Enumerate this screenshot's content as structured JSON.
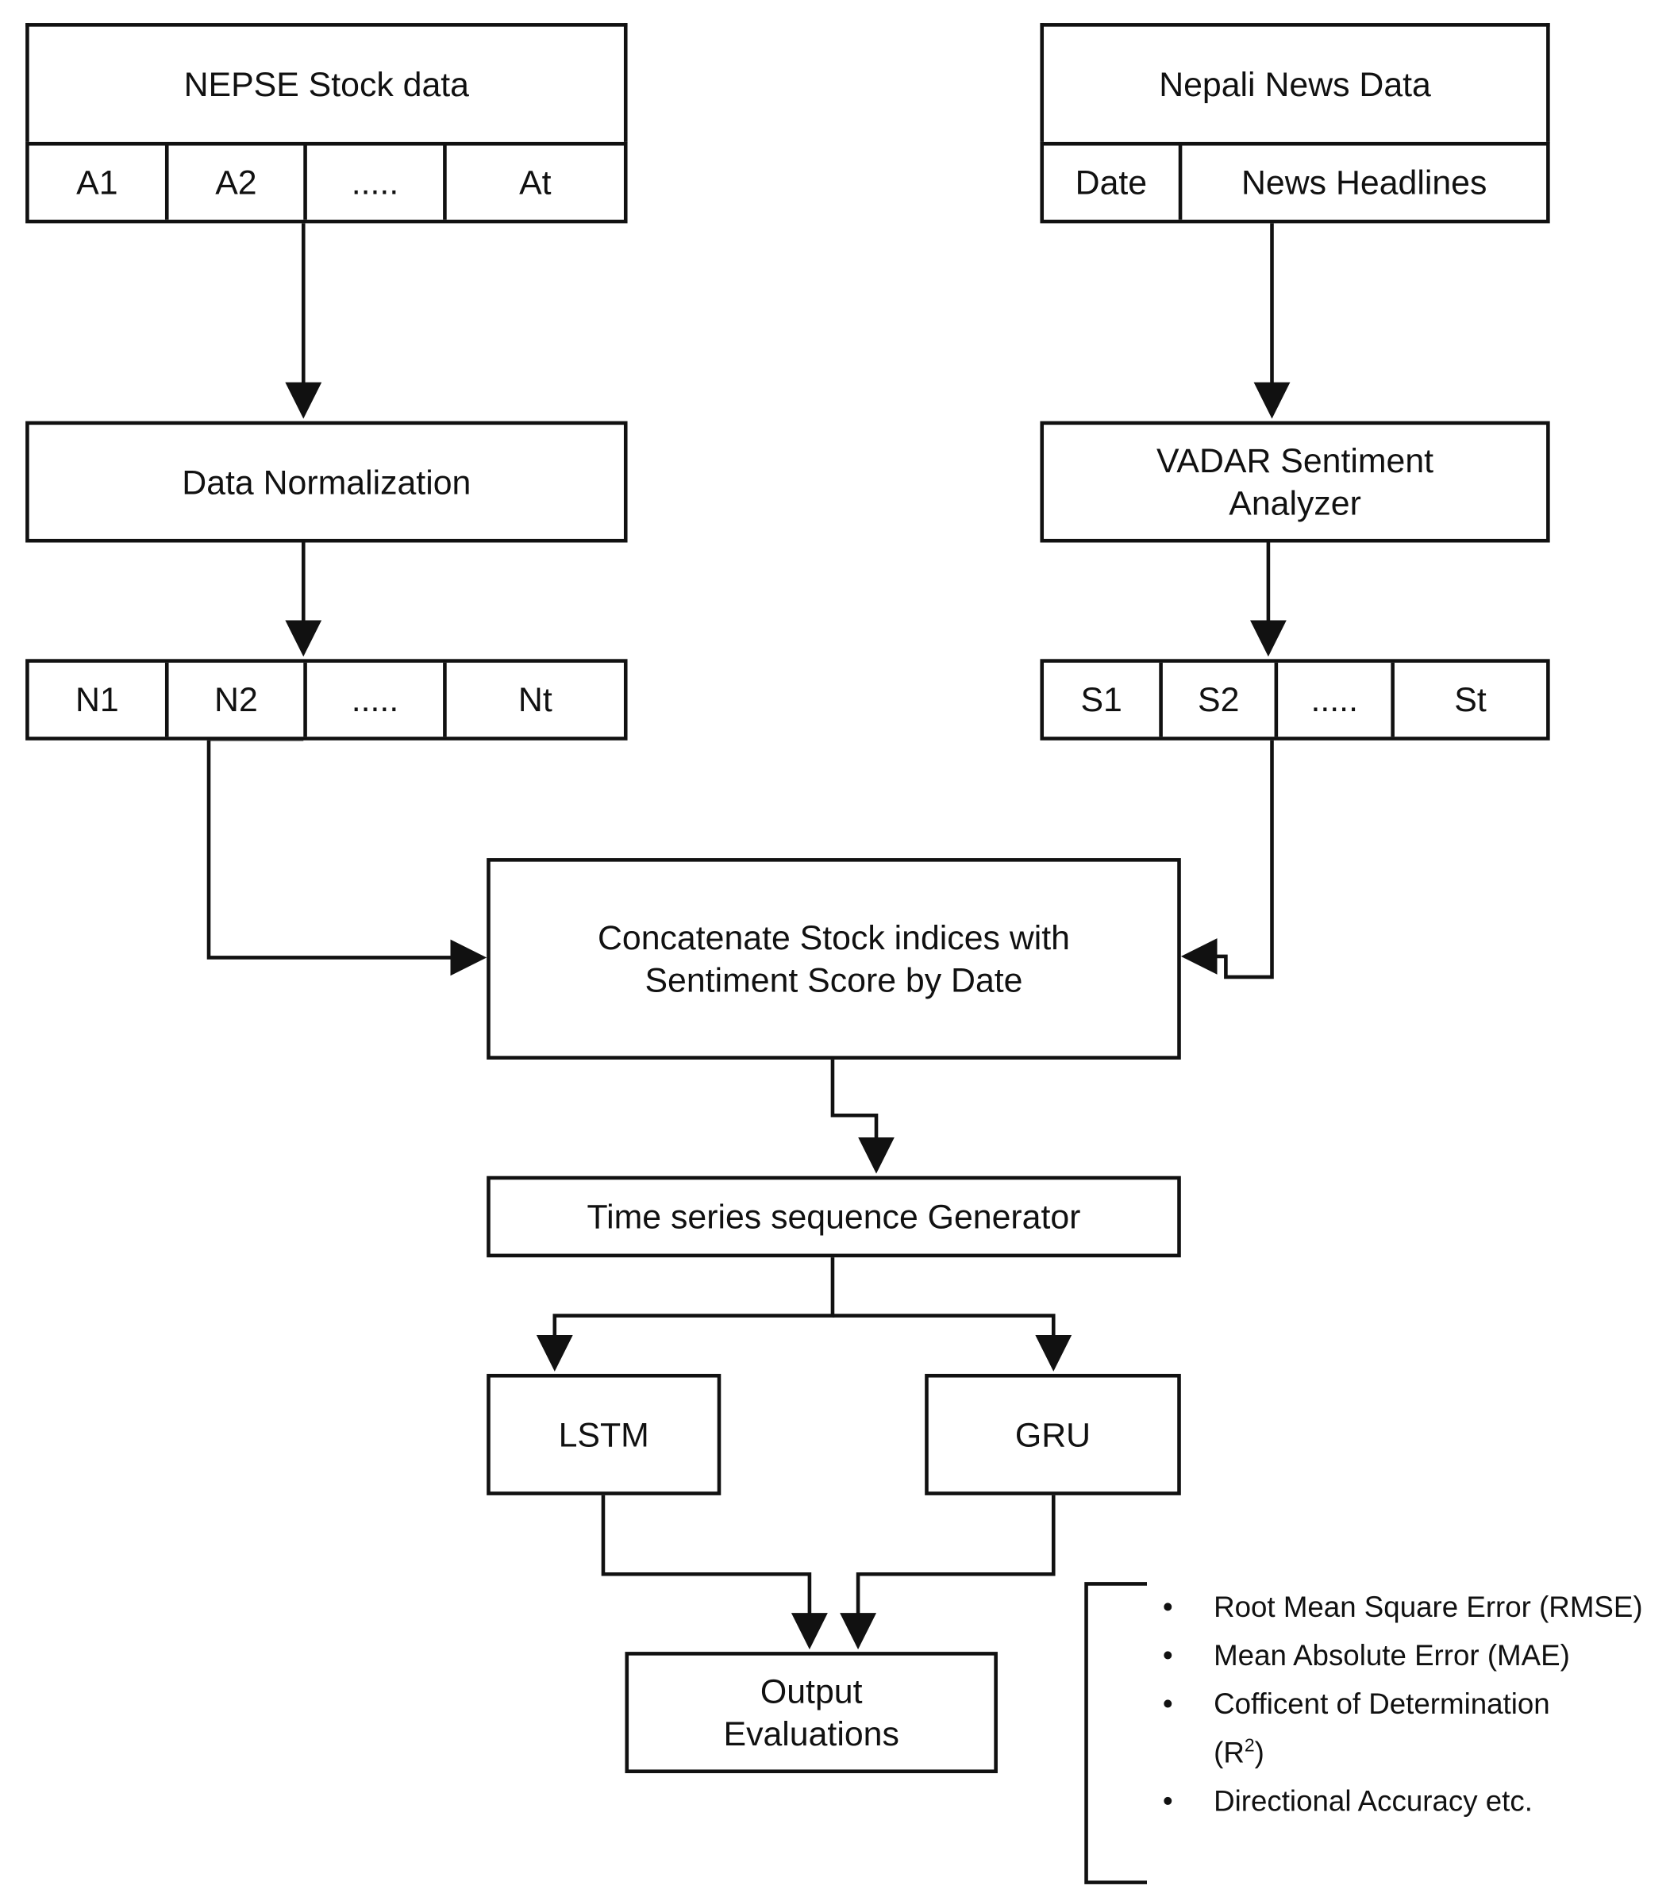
{
  "stock_table": {
    "title": "NEPSE Stock data",
    "cells": [
      "A1",
      "A2",
      ".....",
      "At"
    ]
  },
  "news_table": {
    "title": "Nepali News Data",
    "cells": [
      "Date",
      "News Headlines"
    ]
  },
  "normalization": {
    "label": "Data Normalization"
  },
  "sentiment": {
    "line1": "VADAR Sentiment",
    "line2": "Analyzer"
  },
  "normalized_row": {
    "cells": [
      "N1",
      "N2",
      ".....",
      "Nt"
    ]
  },
  "sentiment_row": {
    "cells": [
      "S1",
      "S2",
      ".....",
      "St"
    ]
  },
  "concatenate": {
    "line1": "Concatenate Stock indices with",
    "line2": "Sentiment Score by Date"
  },
  "generator": {
    "label": "Time series sequence Generator"
  },
  "models": {
    "lstm": "LSTM",
    "gru": "GRU"
  },
  "output": {
    "line1": "Output",
    "line2": "Evaluations"
  },
  "metrics": {
    "items": [
      "Root Mean Square Error (RMSE)",
      "Mean Absolute Error (MAE)",
      "Cofficent of Determination",
      "Directional Accuracy etc."
    ],
    "r2_prefix": "(R",
    "r2_sup": "2",
    "r2_suffix": ")"
  }
}
